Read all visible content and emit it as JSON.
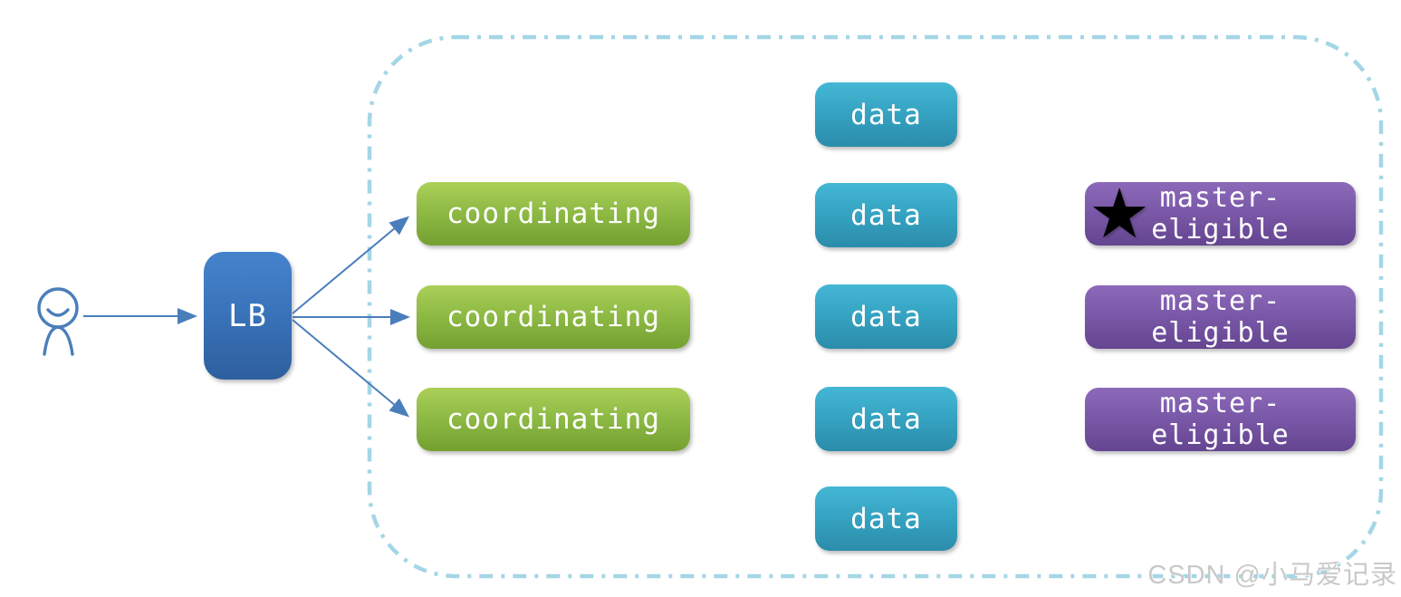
{
  "diagram": {
    "client": {
      "icon": "person-icon"
    },
    "load_balancer": {
      "label": "LB"
    },
    "cluster": {
      "coordinating_nodes": [
        {
          "label": "coordinating"
        },
        {
          "label": "coordinating"
        },
        {
          "label": "coordinating"
        }
      ],
      "data_nodes": [
        {
          "label": "data"
        },
        {
          "label": "data"
        },
        {
          "label": "data"
        },
        {
          "label": "data"
        },
        {
          "label": "data"
        }
      ],
      "master_eligible_nodes": [
        {
          "label": "master-\neligible",
          "star_icon": "black-star-icon",
          "star_glyph": "★"
        },
        {
          "label": "master-\neligible"
        },
        {
          "label": "master-\neligible"
        }
      ]
    },
    "colors": {
      "load_balancer": "#3a74bb",
      "coordinating": "#8db944",
      "data": "#35a3c2",
      "master_eligible": "#7a58a8",
      "cluster_border": "#a4d6e6",
      "arrow": "#4a7ebb",
      "star": "#000000",
      "watermark_text": "#c9c9c9"
    },
    "watermark": "CSDN @小马爱记录"
  }
}
